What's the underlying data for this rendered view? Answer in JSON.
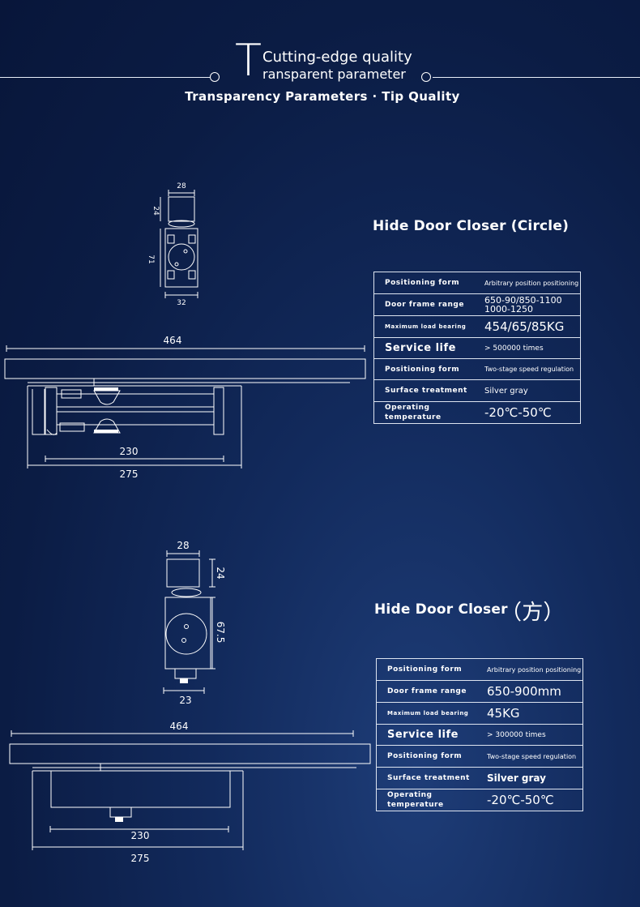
{
  "header": {
    "big_letter": "T",
    "line1": "Cutting-edge quality",
    "line2": "ransparent parameter",
    "subtitle": "Transparency Parameters  ·  Tip Quality"
  },
  "products": [
    {
      "title": "Hide Door Closer (Circle)",
      "dims": {
        "top_width": "28",
        "top_height": "24",
        "body_height": "71",
        "body_width": "32",
        "total_length": "464",
        "inner_length": "230",
        "outer_length": "275"
      },
      "specs": [
        {
          "label": "Positioning form",
          "value": "Arbitrary position positioning"
        },
        {
          "label": "Door frame range",
          "value": "650-90/850-1100\n1000-1250"
        },
        {
          "label": "Maximum load bearing",
          "value": "454/65/85KG"
        },
        {
          "label": "Service life",
          "value": "> 500000 times"
        },
        {
          "label": "Positioning form",
          "value": "Two-stage speed regulation"
        },
        {
          "label": "Surface treatment",
          "value": "Silver gray"
        },
        {
          "label": "Operating\ntemperature",
          "value": "-20℃-50℃"
        }
      ]
    },
    {
      "title": "Hide Door Closer",
      "title_suffix": "（方）",
      "dims": {
        "top_width": "28",
        "top_height": "24",
        "body_height": "67.5",
        "body_width": "23",
        "total_length": "464",
        "inner_length": "230",
        "outer_length": "275"
      },
      "specs": [
        {
          "label": "Positioning form",
          "value": "Arbitrary position positioning"
        },
        {
          "label": "Door frame range",
          "value": "650-900mm"
        },
        {
          "label": "Maximum load bearing",
          "value": "45KG"
        },
        {
          "label": "Service life",
          "value": "> 300000 times"
        },
        {
          "label": "Positioning form",
          "value": "Two-stage speed regulation"
        },
        {
          "label": "Surface treatment",
          "value": "Silver gray"
        },
        {
          "label": "Operating\ntemperature",
          "value": "-20℃-50℃"
        }
      ]
    }
  ]
}
